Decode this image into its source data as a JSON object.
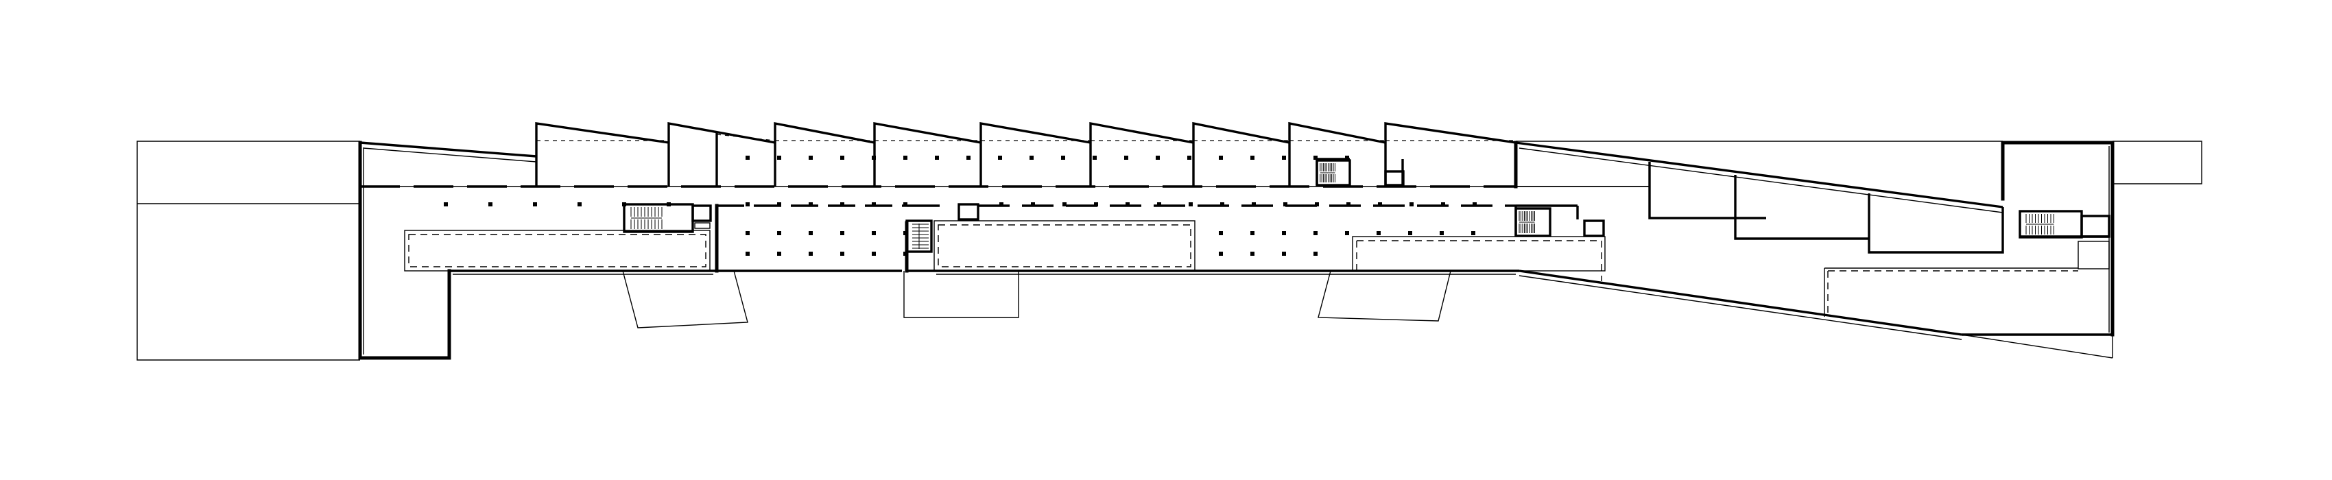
{
  "drawing": {
    "type": "architectural floor plan",
    "colors": {
      "line": "#000000",
      "background": "#ffffff"
    },
    "roof_sawtooth_bays": 9,
    "stair_cores": 5,
    "annotations": []
  }
}
